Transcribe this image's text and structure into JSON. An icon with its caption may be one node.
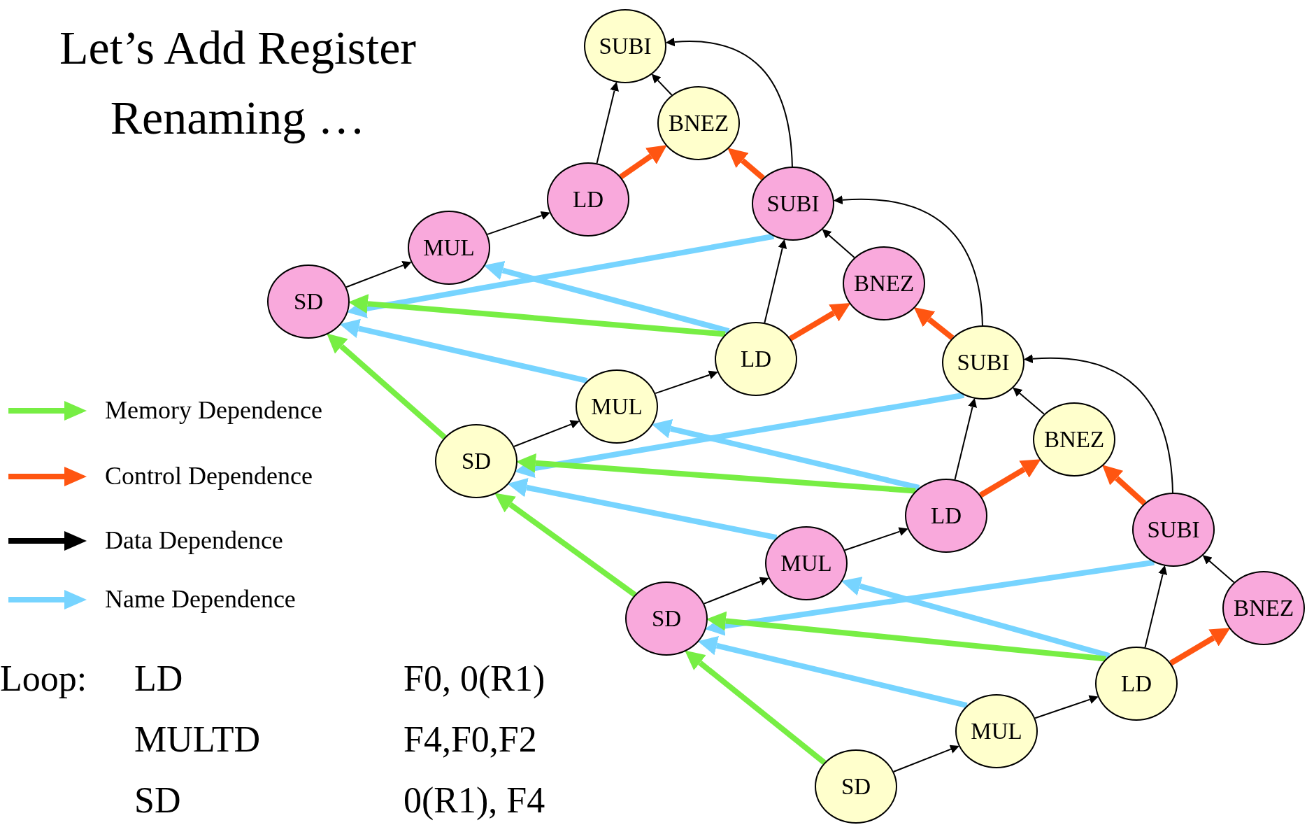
{
  "diagram": {
    "title": "Let’s Add Register Renaming …",
    "nodes": [
      {
        "text": [
          "SUBI"
        ]
      },
      {
        "text": [
          "BNEZ"
        ]
      },
      {
        "text": [
          "LD"
        ]
      },
      {
        "text": [
          "SUBI"
        ]
      },
      {
        "text": [
          "MUL"
        ]
      },
      {
        "text": [
          "BNEZ"
        ]
      },
      {
        "text": [
          "SD"
        ]
      },
      {
        "text": [
          "LD"
        ]
      },
      {
        "text": [
          "SUBI"
        ]
      },
      {
        "text": [
          "MUL"
        ]
      },
      {
        "text": [
          "BNEZ"
        ]
      },
      {
        "text": [
          "SD"
        ]
      },
      {
        "text": [
          "LD"
        ]
      },
      {
        "text": [
          "SUBI"
        ]
      },
      {
        "text": [
          "MUL"
        ]
      },
      {
        "text": [
          "BNEZ"
        ]
      },
      {
        "text": [
          "SD"
        ]
      },
      {
        "text": [
          "LD"
        ]
      },
      {
        "text": [
          "MUL"
        ]
      },
      {
        "text": [
          "SD"
        ]
      }
    ],
    "edges": [
      {
        "from": 2,
        "to": 0,
        "arrow": "to"
      },
      {
        "from": 1,
        "to": 0,
        "arrow": "to"
      },
      {
        "from": 3,
        "to": 0,
        "arrow": "to"
      },
      {
        "from": 6,
        "to": 4,
        "arrow": "to"
      },
      {
        "from": 4,
        "to": 2,
        "arrow": "to"
      },
      {
        "from": 2,
        "to": 1,
        "arrow": "to",
        "color": "#ff5511"
      },
      {
        "from": 3,
        "to": 1,
        "arrow": "to",
        "color": "#ff5511"
      },
      {
        "from": 7,
        "to": 3,
        "arrow": "to"
      },
      {
        "from": 5,
        "to": 3,
        "arrow": "to"
      },
      {
        "from": 8,
        "to": 3,
        "arrow": "to"
      },
      {
        "from": 3,
        "to": 6,
        "arrow": "to",
        "color": "#77d4ff"
      },
      {
        "from": 7,
        "to": 4,
        "arrow": "to",
        "color": "#77d4ff"
      },
      {
        "from": 7,
        "to": 6,
        "arrow": "to",
        "color": "#77ee44"
      },
      {
        "from": 9,
        "to": 6,
        "arrow": "to",
        "color": "#77d4ff"
      },
      {
        "from": 11,
        "to": 6,
        "arrow": "to",
        "color": "#77ee44"
      },
      {
        "from": 11,
        "to": 9,
        "arrow": "to"
      },
      {
        "from": 9,
        "to": 7,
        "arrow": "to"
      },
      {
        "from": 7,
        "to": 5,
        "arrow": "to",
        "color": "#ff5511"
      },
      {
        "from": 8,
        "to": 5,
        "arrow": "to",
        "color": "#ff5511"
      },
      {
        "from": 12,
        "to": 8,
        "arrow": "to"
      },
      {
        "from": 10,
        "to": 8,
        "arrow": "to"
      },
      {
        "from": 13,
        "to": 8,
        "arrow": "to"
      },
      {
        "from": 8,
        "to": 11,
        "arrow": "to",
        "color": "#77d4ff"
      },
      {
        "from": 12,
        "to": 9,
        "arrow": "to",
        "color": "#77d4ff"
      },
      {
        "from": 12,
        "to": 11,
        "arrow": "to",
        "color": "#77ee44"
      },
      {
        "from": 14,
        "to": 11,
        "arrow": "to",
        "color": "#77d4ff"
      },
      {
        "from": 16,
        "to": 11,
        "arrow": "to",
        "color": "#77ee44"
      },
      {
        "from": 16,
        "to": 14,
        "arrow": "to"
      },
      {
        "from": 14,
        "to": 12,
        "arrow": "to"
      },
      {
        "from": 12,
        "to": 10,
        "arrow": "to",
        "color": "#ff5511"
      },
      {
        "from": 13,
        "to": 10,
        "arrow": "to",
        "color": "#ff5511"
      },
      {
        "from": 17,
        "to": 13,
        "arrow": "to"
      },
      {
        "from": 15,
        "to": 13,
        "arrow": "to"
      },
      {
        "from": 13,
        "to": 16,
        "arrow": "to",
        "color": "#77d4ff"
      },
      {
        "from": 17,
        "to": 14,
        "arrow": "to",
        "color": "#77d4ff"
      },
      {
        "from": 17,
        "to": 16,
        "arrow": "to",
        "color": "#77ee44"
      },
      {
        "from": 18,
        "to": 16,
        "arrow": "to",
        "color": "#77d4ff"
      },
      {
        "from": 19,
        "to": 16,
        "arrow": "to",
        "color": "#77ee44"
      },
      {
        "from": 19,
        "to": 18,
        "arrow": "to"
      },
      {
        "from": 18,
        "to": 17,
        "arrow": "to"
      },
      {
        "from": 17,
        "to": 15,
        "arrow": "to",
        "color": "#ff5511"
      }
    ],
    "labels": [
      "Loop:",
      "LD",
      "F0, 0(R1)",
      "MULTD",
      "F4,F0,F2",
      "SD",
      "0(R1), F4"
    ],
    "legend": [
      {
        "text": "Memory Dependence",
        "color": "#77ee44"
      },
      {
        "text": "Control Dependence",
        "color": "#ff5511"
      },
      {
        "text": "Data Dependence",
        "color": "#000000"
      },
      {
        "text": "Name Dependence",
        "color": "#77d4ff"
      }
    ]
  }
}
